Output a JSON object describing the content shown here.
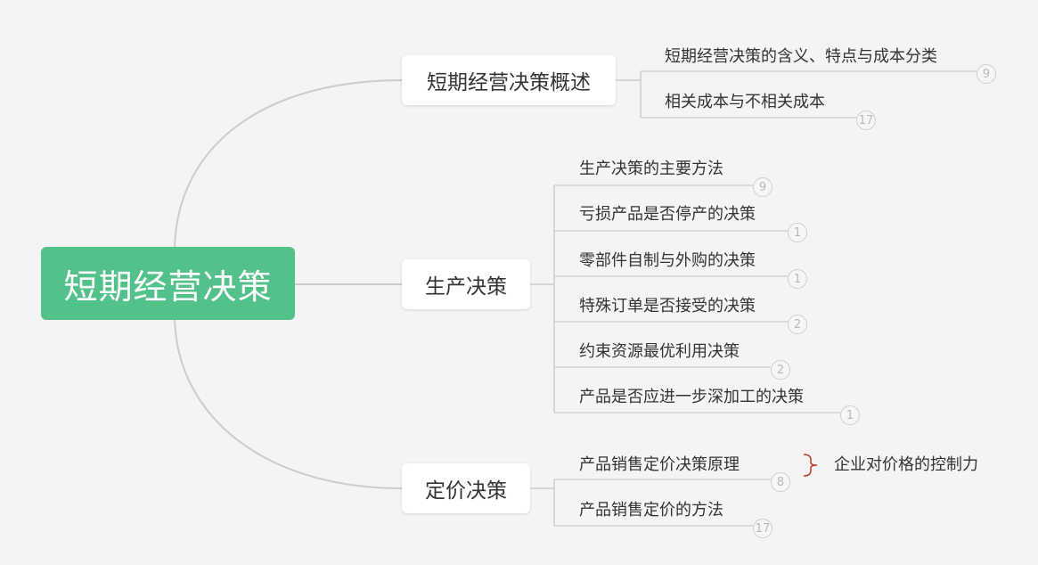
{
  "root": {
    "label": "短期经营决策"
  },
  "branches": [
    {
      "label": "短期经营决策概述",
      "children": [
        {
          "label": "短期经营决策的含义、特点与成本分类",
          "count": "9"
        },
        {
          "label": "相关成本与不相关成本",
          "count": "17"
        }
      ]
    },
    {
      "label": "生产决策",
      "children": [
        {
          "label": "生产决策的主要方法",
          "count": "9"
        },
        {
          "label": "亏损产品是否停产的决策",
          "count": "1"
        },
        {
          "label": "零部件自制与外购的决策",
          "count": "1"
        },
        {
          "label": "特殊订单是否接受的决策",
          "count": "2"
        },
        {
          "label": "约束资源最优利用决策",
          "count": "2"
        },
        {
          "label": "产品是否应进一步深加工的决策",
          "count": "1"
        }
      ]
    },
    {
      "label": "定价决策",
      "children": [
        {
          "label": "产品销售定价决策原理",
          "count": "8",
          "summary": "企业对价格的控制力"
        },
        {
          "label": "产品销售定价的方法",
          "count": "17"
        }
      ]
    }
  ],
  "colors": {
    "root": "#52c28a",
    "line": "#cccccc",
    "brace": "#c0392b"
  }
}
